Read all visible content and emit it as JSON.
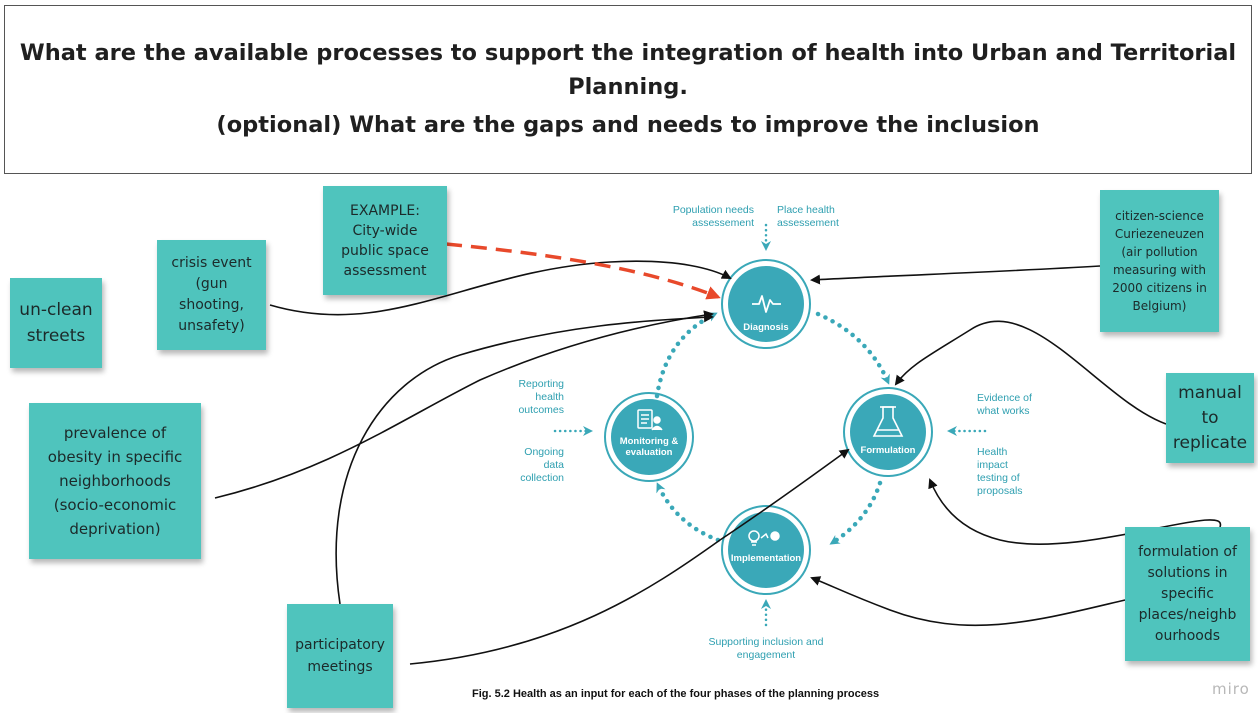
{
  "header": {
    "question_line1": "What are the available processes to support the integration of health into Urban and Territorial Planning.",
    "question_line2": "(optional) What are the gaps and needs to improve the inclusion"
  },
  "sticky_notes": {
    "example": "EXAMPLE:\nCity-wide\npublic space\nassessment",
    "crisis": "crisis event\n(gun\nshooting,\nunsafety)",
    "unclean": "un-clean\nstreets",
    "obesity": "prevalence of\nobesity in specific\nneighborhoods\n(socio-economic\ndeprivation)",
    "participatory": "participatory\nmeetings",
    "citizen_science": "citizen-science\nCuriezeneuzen\n(air pollution\nmeasuring with\n2000 citizens in\nBelgium)",
    "manual": "manual\nto\nreplicate",
    "formulation_solutions": "formulation of\nsolutions in\nspecific\nplaces/neighb\nourhoods"
  },
  "diagram": {
    "phases": {
      "diagnosis": "Diagnosis",
      "formulation": "Formulation",
      "implementation": "Implementation",
      "monitoring": "Monitoring &\nevaluation"
    },
    "inputs": {
      "population_needs": "Population needs\nassessement",
      "place_health": "Place health\nassessement",
      "evidence": "Evidence of\nwhat works",
      "hia": "Health\nimpact\ntesting of\nproposals",
      "inclusion": "Supporting inclusion and\nengagement",
      "reporting": "Reporting\nhealth\noutcomes",
      "ongoing": "Ongoing\ndata\ncollection"
    },
    "colors": {
      "teal": "#3aa8b8",
      "note": "#4fc4bd",
      "accent_arrow": "#e8492b"
    },
    "caption": "Fig. 5.2 Health as an input for each of the four phases of the planning process"
  },
  "watermark": "miro"
}
